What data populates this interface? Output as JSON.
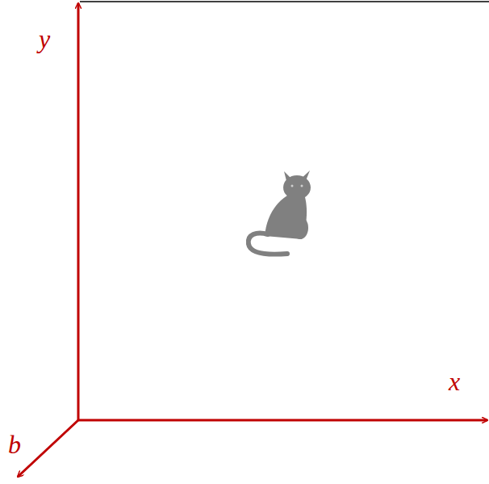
{
  "diagram": {
    "labels": [
      "y",
      "x",
      "b"
    ]
  }
}
